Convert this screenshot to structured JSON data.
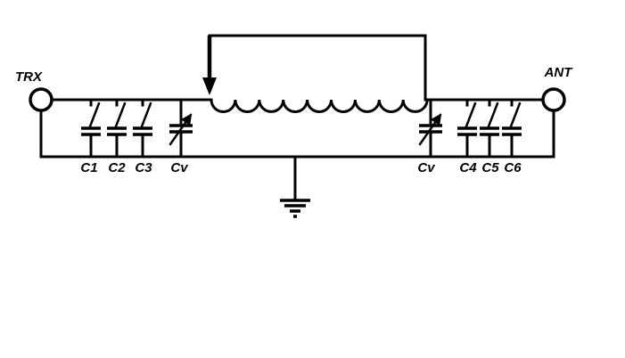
{
  "colors": {
    "ink": "#000000",
    "paper": "#ffffff"
  },
  "schematic": {
    "terminals": {
      "left": "TRX",
      "right": "ANT"
    },
    "left_bank": {
      "fixed": [
        "C1",
        "C2",
        "C3"
      ],
      "variable": "Cv"
    },
    "right_bank": {
      "variable": "Cv",
      "fixed": [
        "C4",
        "C5",
        "C6"
      ]
    }
  }
}
